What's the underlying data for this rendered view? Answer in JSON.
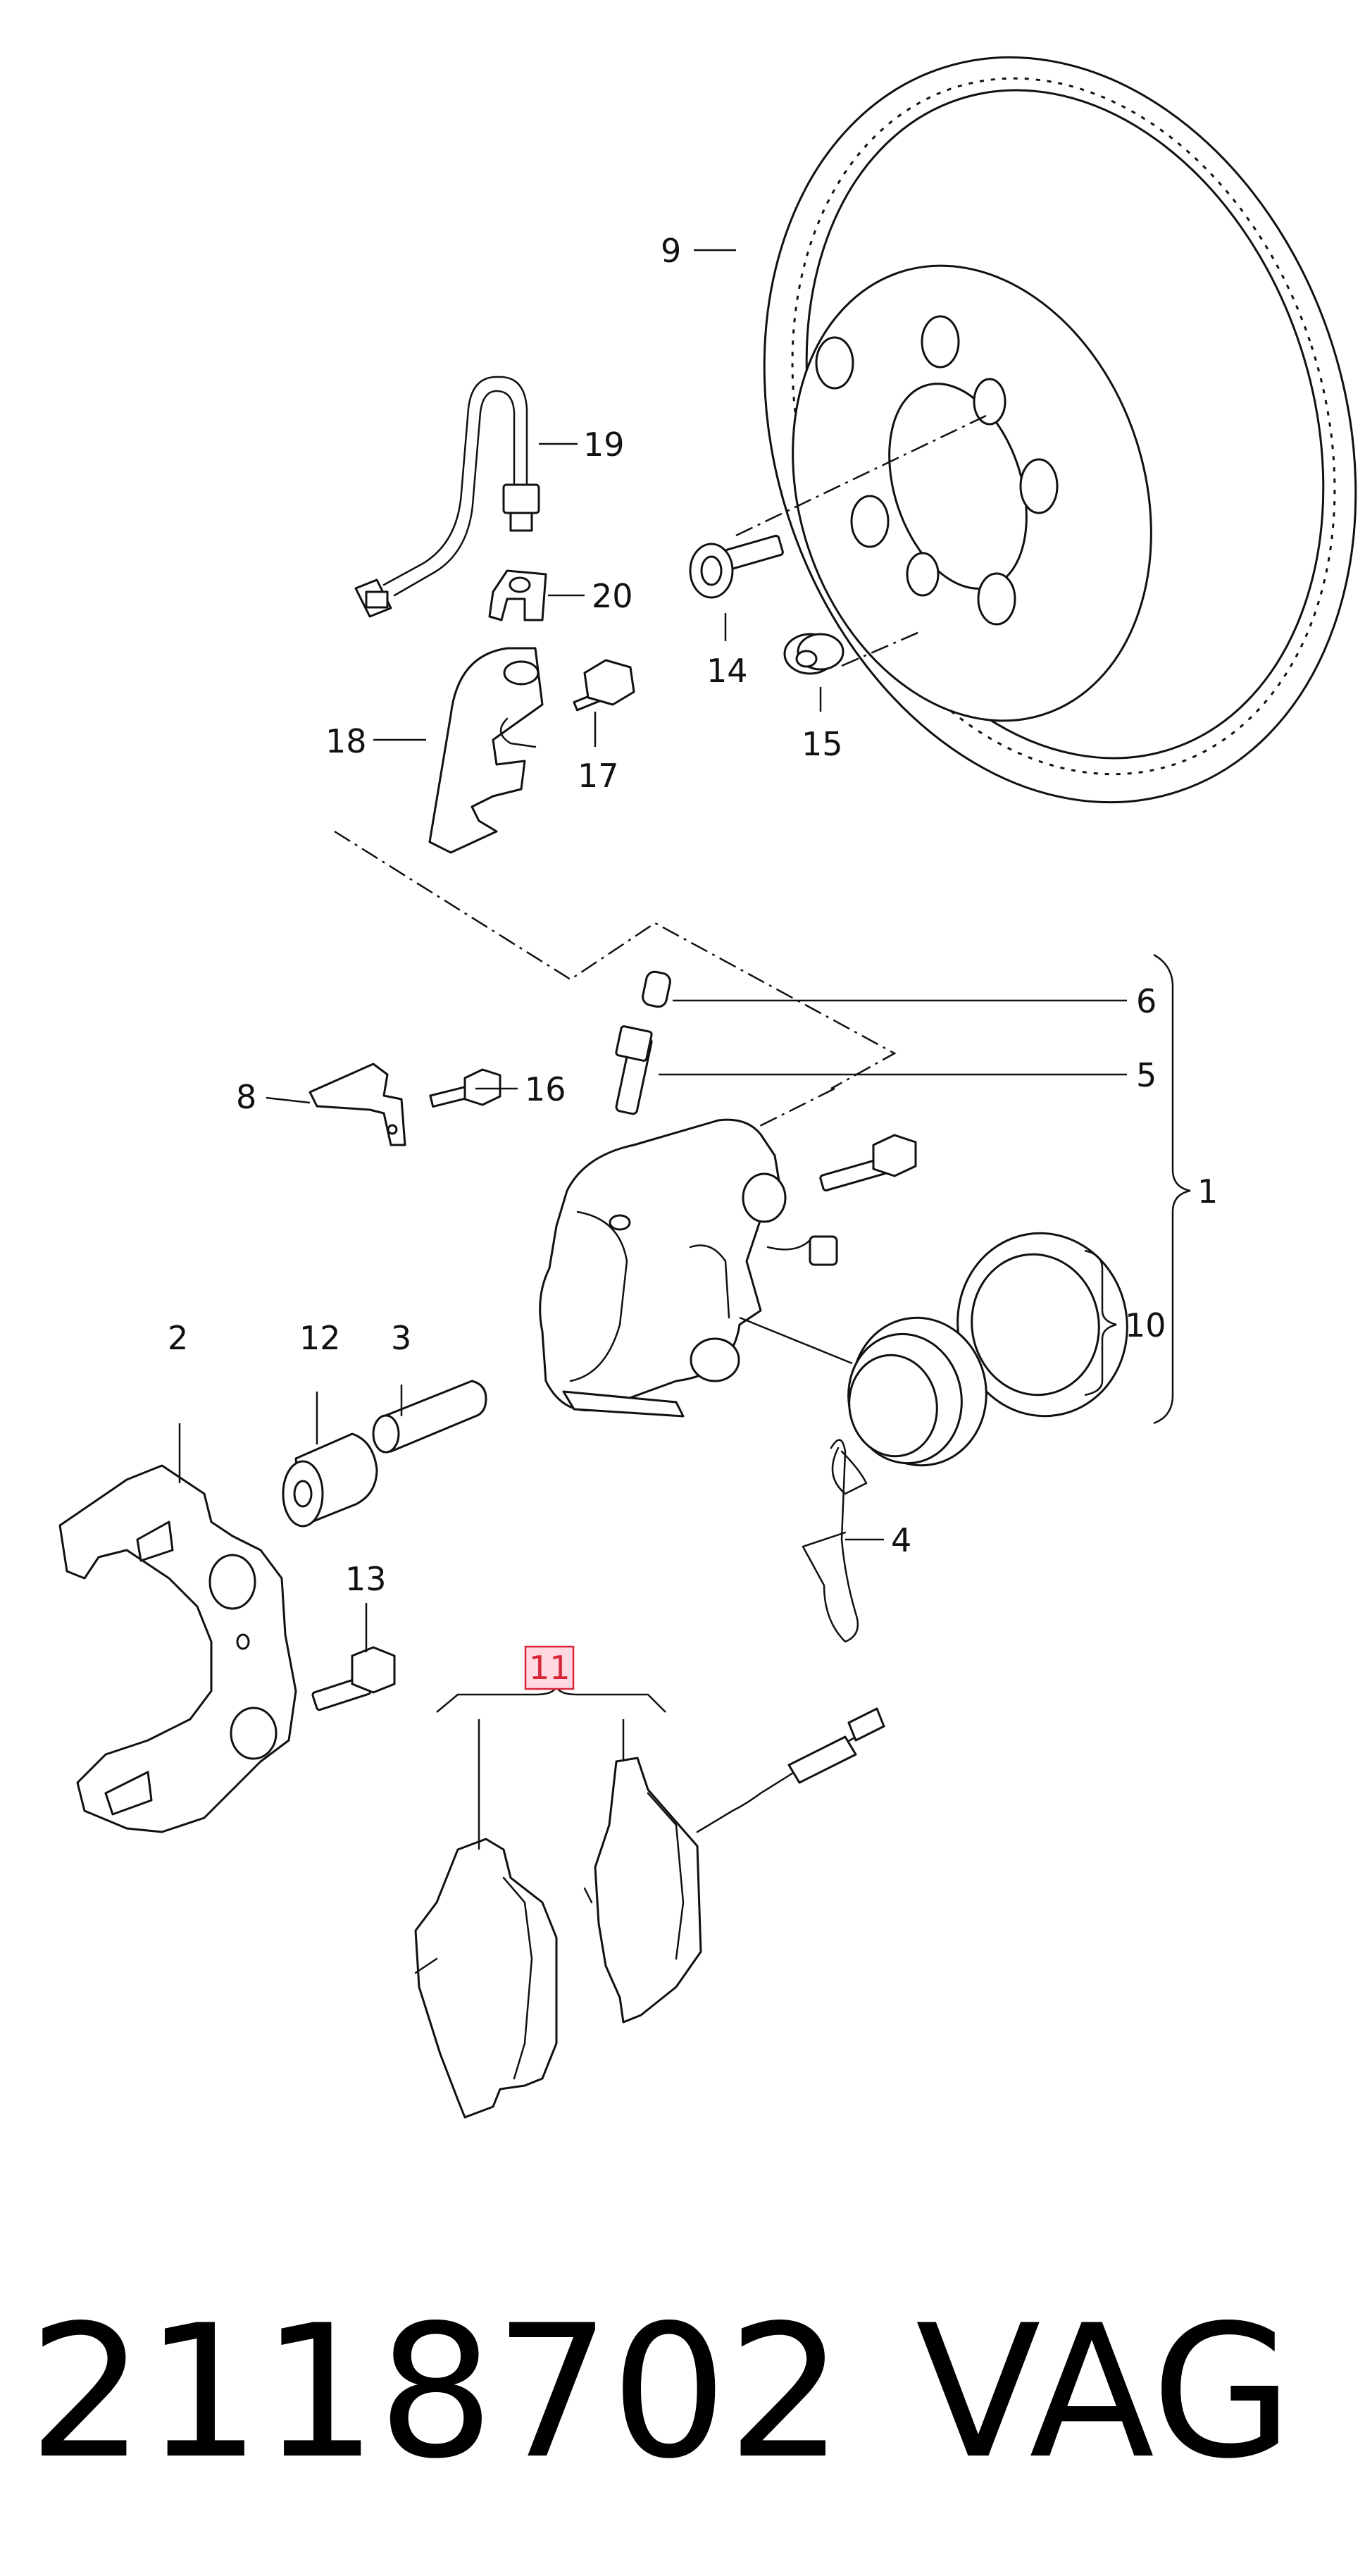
{
  "diagram": {
    "callouts": {
      "c1": "1",
      "c2": "2",
      "c3": "3",
      "c4": "4",
      "c5": "5",
      "c6": "6",
      "c8": "8",
      "c9": "9",
      "c10": "10",
      "c11": "11",
      "c12": "12",
      "c13": "13",
      "c14": "14",
      "c15": "15",
      "c16": "16",
      "c17": "17",
      "c18": "18",
      "c19": "19",
      "c20": "20"
    },
    "highlighted_callout": "11",
    "highlight_color": "#d9253a"
  },
  "footer": {
    "part_number": "2118702",
    "brand": "VAG"
  }
}
